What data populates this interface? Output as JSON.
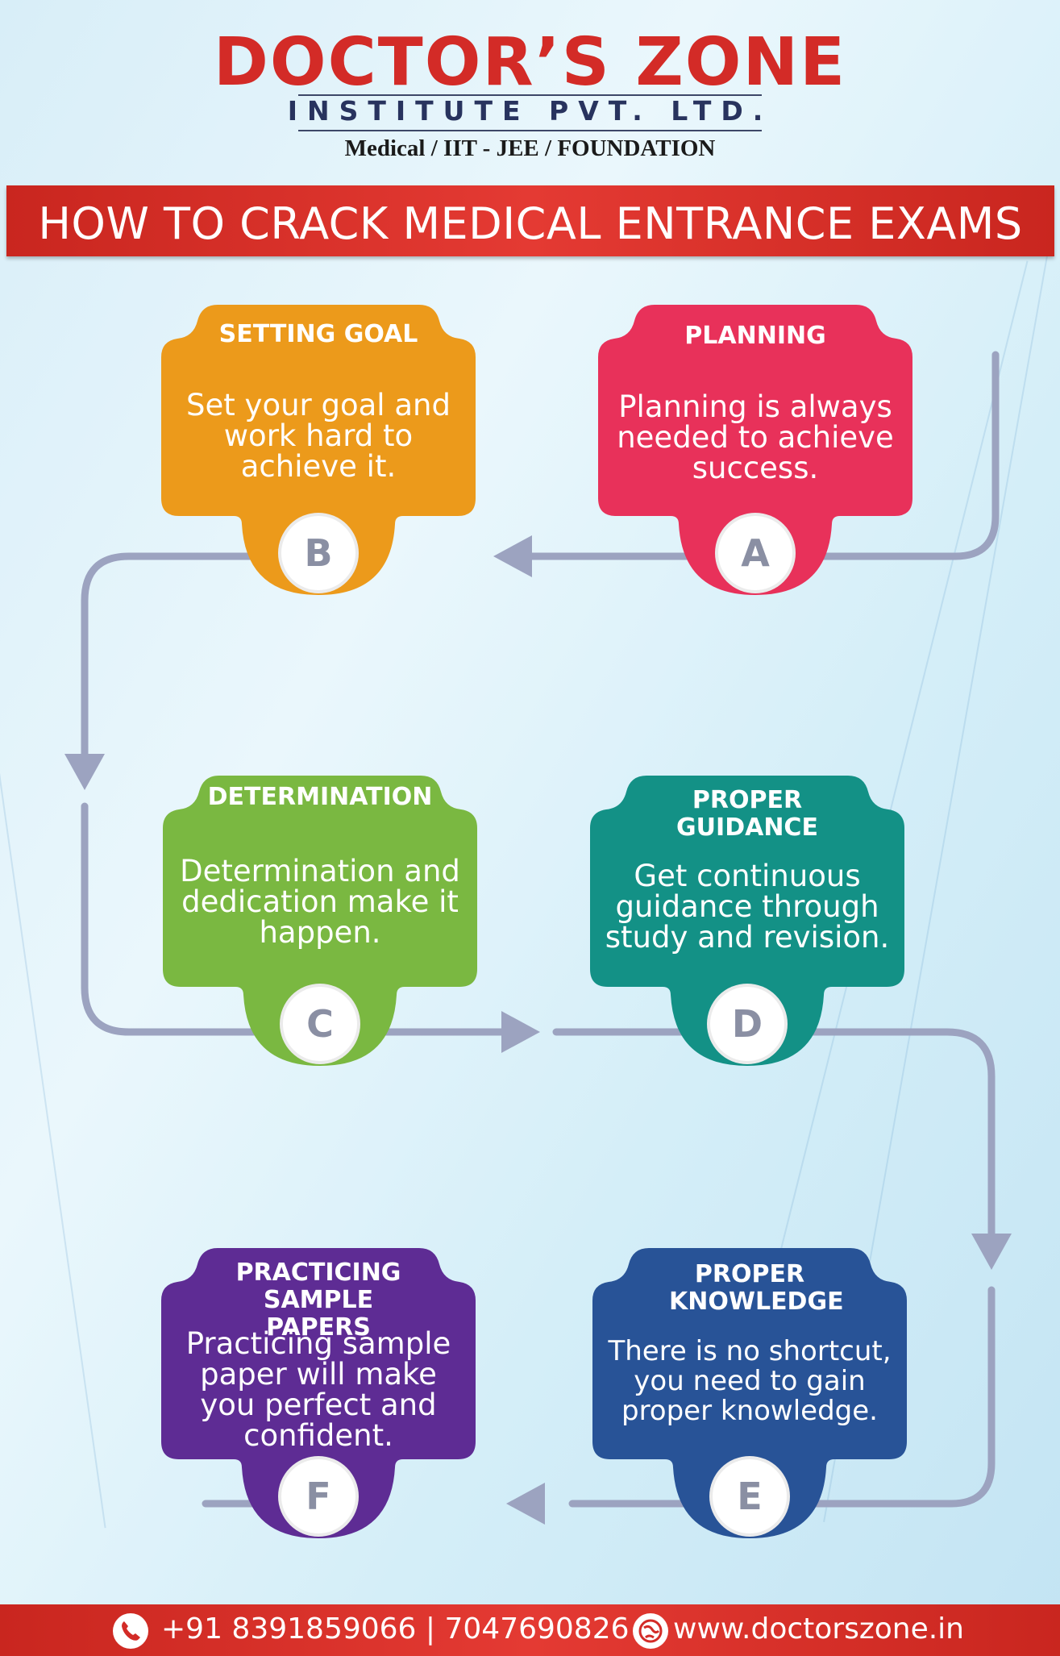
{
  "header": {
    "brand": "DOCTOR’S ZONE",
    "subtitle": "INSTITUTE PVT. LTD.",
    "tagline": "Medical / IIT - JEE / FOUNDATION"
  },
  "title": "HOW TO CRACK MEDICAL ENTRANCE EXAMS",
  "steps": [
    {
      "letter": "A",
      "title": "PLANNING",
      "body": "Planning is always needed to achieve success.",
      "color": "#e8315a"
    },
    {
      "letter": "B",
      "title": "SETTING GOAL",
      "body": "Set your goal and work hard to achieve it.",
      "color": "#ec9a1b"
    },
    {
      "letter": "C",
      "title": "DETERMINATION",
      "body": "Determination and dedication make it happen.",
      "color": "#7ab841"
    },
    {
      "letter": "D",
      "title": "PROPER GUIDANCE",
      "body": "Get continuous guidance through study and revision.",
      "color": "#139186"
    },
    {
      "letter": "E",
      "title": "PROPER KNOWLEDGE",
      "body": "There is no shortcut, you need to gain proper knowledge.",
      "color": "#285397"
    },
    {
      "letter": "F",
      "title": "PRACTICING SAMPLE PAPERS",
      "body": "Practicing sample paper will make you perfect and confident.",
      "color": "#5e2c94"
    }
  ],
  "footer": {
    "phone": "+91 8391859066 | 7047690826",
    "website": "www.doctorszone.in"
  },
  "icons": {
    "phone": "phone-icon",
    "web": "globe-icon"
  },
  "colors": {
    "accent": "#d32b27",
    "navy": "#28335e",
    "path": "#9ca3c0"
  }
}
